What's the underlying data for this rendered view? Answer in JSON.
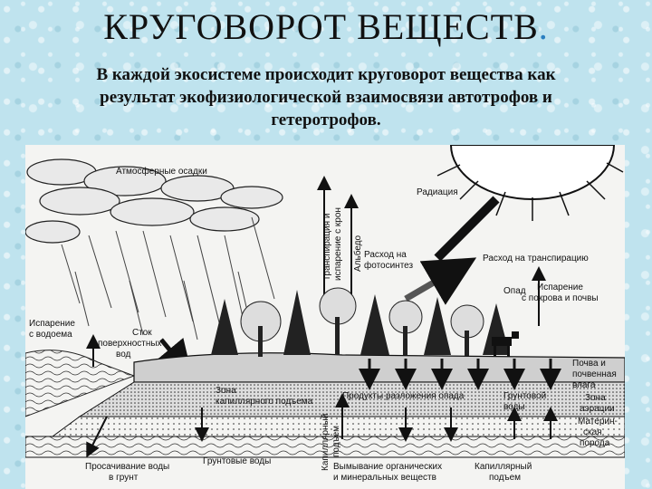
{
  "title": "КРУГОВОРОТ ВЕЩЕСТВ",
  "title_dot": ".",
  "subtitle_lines": [
    "В каждой экосистеме происходит круговорот вещества как",
    "результат экофизиологической взаимосвязи автотрофов и",
    "гетеротрофов."
  ],
  "diagram": {
    "labels": {
      "precipitation": "Атмосферные осадки",
      "transpiration_1": "Транспирация и",
      "transpiration_2": "испарение с крон",
      "albedo": "Альбедо",
      "radiation": "Радиация",
      "photosynthesis_1": "Расход на",
      "photosynthesis_2": "фотосинтез",
      "transpiration_use": "Расход на транспирацию",
      "litter": "Опад",
      "evap_cover_1": "Испарение",
      "evap_cover_2": "с покрова и почвы",
      "evap_water_1": "Испарение",
      "evap_water_2": "с водоема",
      "runoff_1": "Сток",
      "runoff_2": "поверхностных",
      "runoff_3": "вод",
      "capillary_zone_1": "Зона",
      "capillary_zone_2": "капиллярного подъема",
      "decomposition": "Продукты разложения опада",
      "groundwater_flow_1": "Грунтовой",
      "groundwater_flow_2": "воды",
      "capillary_rise_v_1": "Капиллярный",
      "capillary_rise_v_2": "подъем",
      "soil_1": "Почва и",
      "soil_2": "почвенная",
      "soil_3": "влага",
      "aeration_1": "Зона",
      "aeration_2": "аэрации",
      "parent_1": "Материн-",
      "parent_2": "ская",
      "parent_3": "порода",
      "seepage_1": "Просачивание воды",
      "seepage_2": "в грунт",
      "groundwater": "Грунтовые воды",
      "leaching_1": "Вымывание органических",
      "leaching_2": "и минеральных веществ",
      "capillary_rise_1": "Капиллярный",
      "capillary_rise_2": "подъем"
    }
  }
}
